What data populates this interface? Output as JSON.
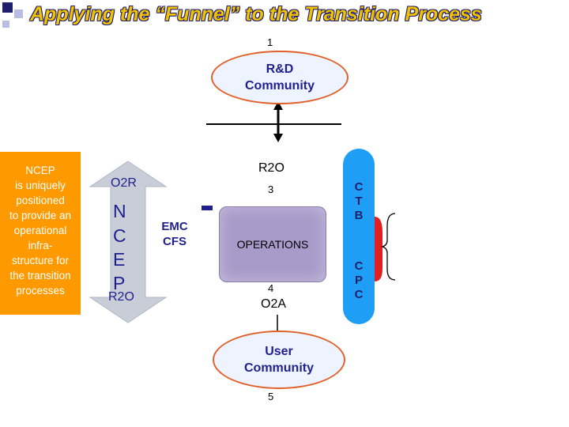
{
  "header": {
    "title": "Applying the “Funnel” to the Transition Process"
  },
  "labels": {
    "num_1": "1",
    "num_3": "3",
    "num_4": "4",
    "num_5": "5",
    "r2o_top": "R2O",
    "o2a": "O2A",
    "o2r": "O2R",
    "r2o_side": "R2O",
    "emc_line1": "EMC",
    "emc_line2": "CFS",
    "operations": "OPERATIONS"
  },
  "rd_community": {
    "line1": "R&D",
    "line2": "Community"
  },
  "user_community": {
    "line1": "User",
    "line2": "Community"
  },
  "ncep_box": {
    "lines": [
      "NCEP",
      "is uniquely",
      "positioned",
      "to provide an",
      "operational",
      "infra-",
      "structure for",
      "the transition",
      "processes"
    ]
  },
  "ncep_letters": [
    "N",
    "C",
    "E",
    "P"
  ],
  "ctb_letters": [
    "C",
    "T",
    "B"
  ],
  "cpc_letters": [
    "C",
    "P",
    "C"
  ],
  "colors": {
    "title": "#f2c200",
    "orange": "#ff9900",
    "ellipse_border": "#e0602a",
    "operations": "#a99bc9",
    "pill": "#1e9ff5",
    "arrow_gray": "#c8cdd8",
    "navy": "#1f1f8f",
    "bracket_red": "#e02020"
  }
}
